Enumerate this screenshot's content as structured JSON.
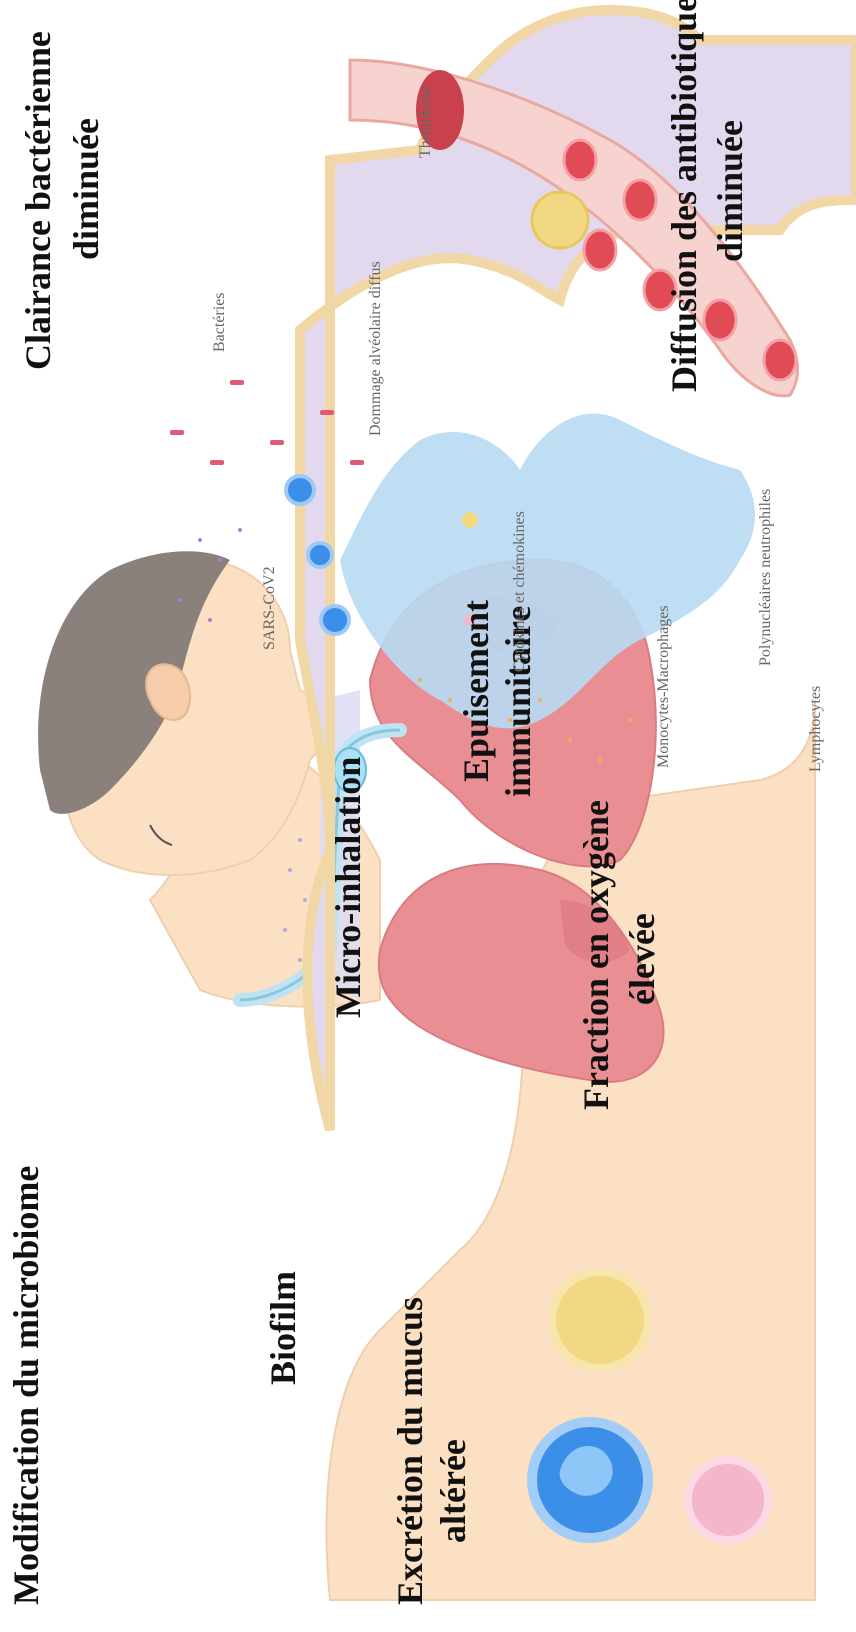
{
  "labels": {
    "modification_microbiome": "Modification du microbiome",
    "biofilm": "Biofilm",
    "excretion_line1": "Excrétion du mucus",
    "excretion_line2": "altérée",
    "micro_inhalation": "Micro-inhalation",
    "fraction_line1": "Fraction en oxygène",
    "fraction_line2": "élevée",
    "epuisement_line1": "Epuisement",
    "epuisement_line2": "immunitaire",
    "clairance_line1": "Clairance bactérienne",
    "clairance_line2": "diminuée",
    "diffusion_line1": "Diffusion des antibiotiques",
    "diffusion_line2": "diminuée",
    "sars": "SARS-CoV2",
    "bacteries": "Bactéries",
    "dommage": "Dommage alvéolaire diffus",
    "cytokines": "Cytokines et chémokines",
    "thrombose": "Thrombose",
    "monocytes": "Monocytes-Macrophages",
    "polynucleaires": "Polynucléaires neutrophiles",
    "lymphocytes": "Lymphocytes"
  },
  "colors": {
    "skin": "#fbe0c4",
    "hair": "#8a817c",
    "lung": "#e98f94",
    "alveolus": "#e3d9ee",
    "fluid": "#b8daf3",
    "vessel": "#f4c7c3",
    "macrophage": "#3b8fe8",
    "neutrophil": "#f3d883",
    "lymphocyte": "#f4b6cc"
  }
}
